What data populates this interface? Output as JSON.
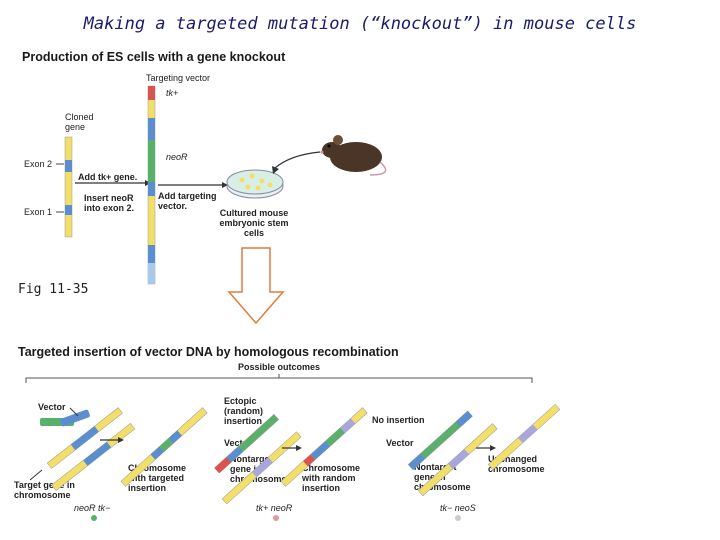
{
  "slide_title": "Making a targeted mutation (“knockout”) in mouse cells",
  "figure_ref": "Fig 11-35",
  "top_panel": {
    "heading": "Production of ES cells with a gene knockout",
    "targeting_vector": "Targeting vector",
    "tk_plus": "tk+",
    "cloned_gene": "Cloned gene",
    "neo_r": "neoR",
    "exon2": "Exon 2",
    "exon1": "Exon 1",
    "add_tk": "Add tk+ gene.",
    "insert_neo": "Insert neoR into exon 2.",
    "add_vector": "Add targeting vector.",
    "cultured": "Cultured mouse embryonic stem cells"
  },
  "bottom_panel": {
    "heading": "Targeted insertion of vector DNA by homologous recombination",
    "possible_outcomes": "Possible outcomes",
    "vector1": "Vector",
    "target_gene": "Target gene in chromosome",
    "chrom_targeted": "Chromosome with targeted insertion",
    "genotype1": "neoR tk−",
    "ectopic": "Ectopic (random) insertion",
    "vector2": "Vector",
    "nontarget1": "Nontarget gene in chromosome",
    "chrom_random": "Chromosome with random insertion",
    "genotype2": "tk+ neoR",
    "no_insertion": "No insertion",
    "vector3": "Vector",
    "nontarget2": "Nontarget gene in chromosome",
    "unchanged": "Unchanged chromosome",
    "genotype3": "tk− neoS"
  },
  "colors": {
    "title": "#1a1a6e",
    "yellow": "#f2df6a",
    "blue": "#5b8ecf",
    "green": "#58b06a",
    "red": "#d9534f",
    "lavender": "#a9a6dc",
    "mouse": "#4a3526",
    "dish": "#d9efe6",
    "arrow": "#e07b3a"
  }
}
